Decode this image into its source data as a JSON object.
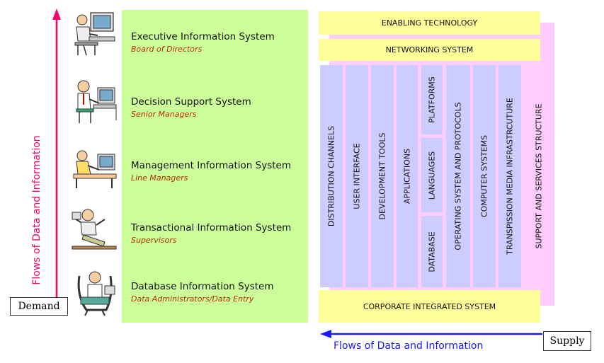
{
  "info_systems": [
    {
      "name": "Executive Information System",
      "user": "Board of Directors"
    },
    {
      "name": "Decision Support System",
      "user": "Senior Managers"
    },
    {
      "name": "Management Information System",
      "user": "Line Managers"
    },
    {
      "name": "Transactional Information System",
      "user": "Supervisors"
    },
    {
      "name": "Database Information System",
      "user": "Data Administrators/Data Entry"
    }
  ],
  "demand": {
    "label": "Demand",
    "flow_label": "Flows of Data and Information"
  },
  "supply": {
    "label": "Supply",
    "flow_label": "Flows of Data and Information"
  },
  "technology": {
    "top_bar": "ENABLING TECHNOLOGY",
    "second_bar": "NETWORKING SYSTEM",
    "bottom_bar": "CORPORATE INTEGRATED SYSTEM",
    "columns": [
      "DISTRIBUTION CHANNELS",
      "USER INTERFACE",
      "DEVELOPMENT TOOLS",
      "APPLICATIONS",
      "PLATFORMS",
      "LANGUAGES",
      "DATABASE",
      "OPERATING SYSTEM AND PROTOCOLS",
      "COMPUTER SYSTEMS",
      "TRANSPISSION MEDIA INFRASTRCUTURE"
    ],
    "side_column": "SUPPORT AND SERVICES STRUCTURE"
  },
  "colors": {
    "green_panel": "#ccff99",
    "yellow_bar": "#ffff99",
    "lavender_column": "#ccccff",
    "pink_background": "#ffccff",
    "demand_arrow": "#ff0066",
    "supply_arrow": "#1a1aff",
    "user_text": "#b33000"
  }
}
